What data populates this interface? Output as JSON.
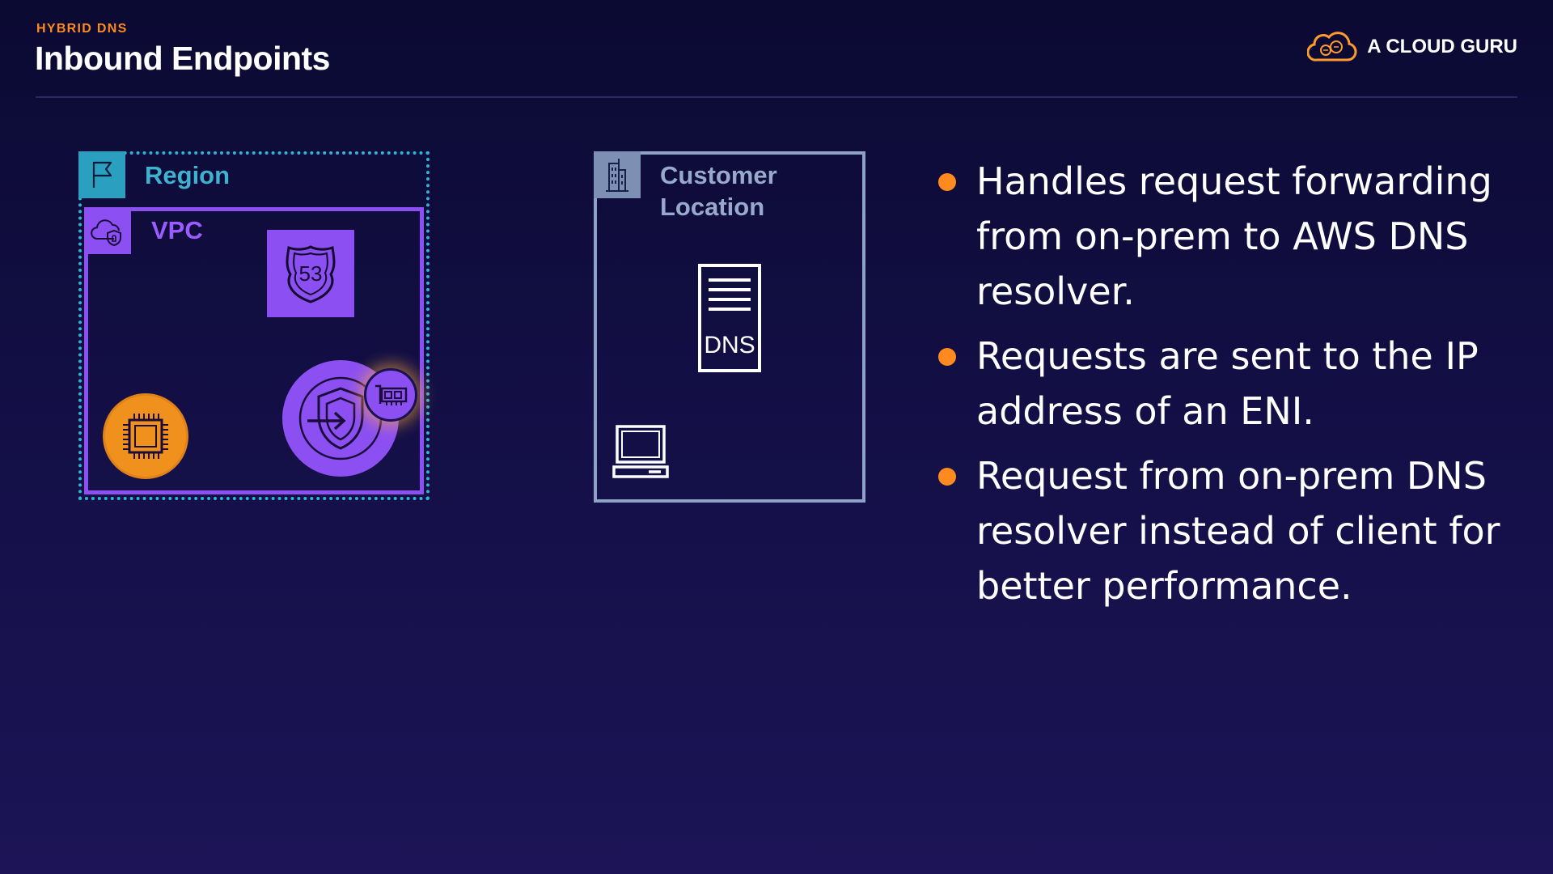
{
  "header": {
    "eyebrow": "HYBRID DNS",
    "title": "Inbound Endpoints",
    "brand_name": "A CLOUD GURU"
  },
  "diagram": {
    "region_label": "Region",
    "vpc_label": "VPC",
    "route53_icon_text": "53",
    "customer_label": "Customer Location",
    "dns_server_label": "DNS"
  },
  "bullets": [
    "Handles request forwarding from on-prem to AWS DNS resolver.",
    "Requests are sent to the IP address of an ENI.",
    "Request from on-prem DNS resolver instead of client for better performance."
  ],
  "colors": {
    "background": "#130f45",
    "accent_orange": "#ff8a1f",
    "region_border": "#2fb5d4",
    "vpc_purple": "#8c4ff2",
    "customer_border": "#8ea2c8"
  },
  "icons": [
    "acg-cloud-logo-icon",
    "region-flag-icon",
    "vpc-cloud-shield-icon",
    "route53-shield-icon",
    "ec2-chip-icon",
    "resolver-inbound-endpoint-icon",
    "eni-icon",
    "building-icon",
    "dns-server-icon",
    "client-laptop-icon"
  ]
}
